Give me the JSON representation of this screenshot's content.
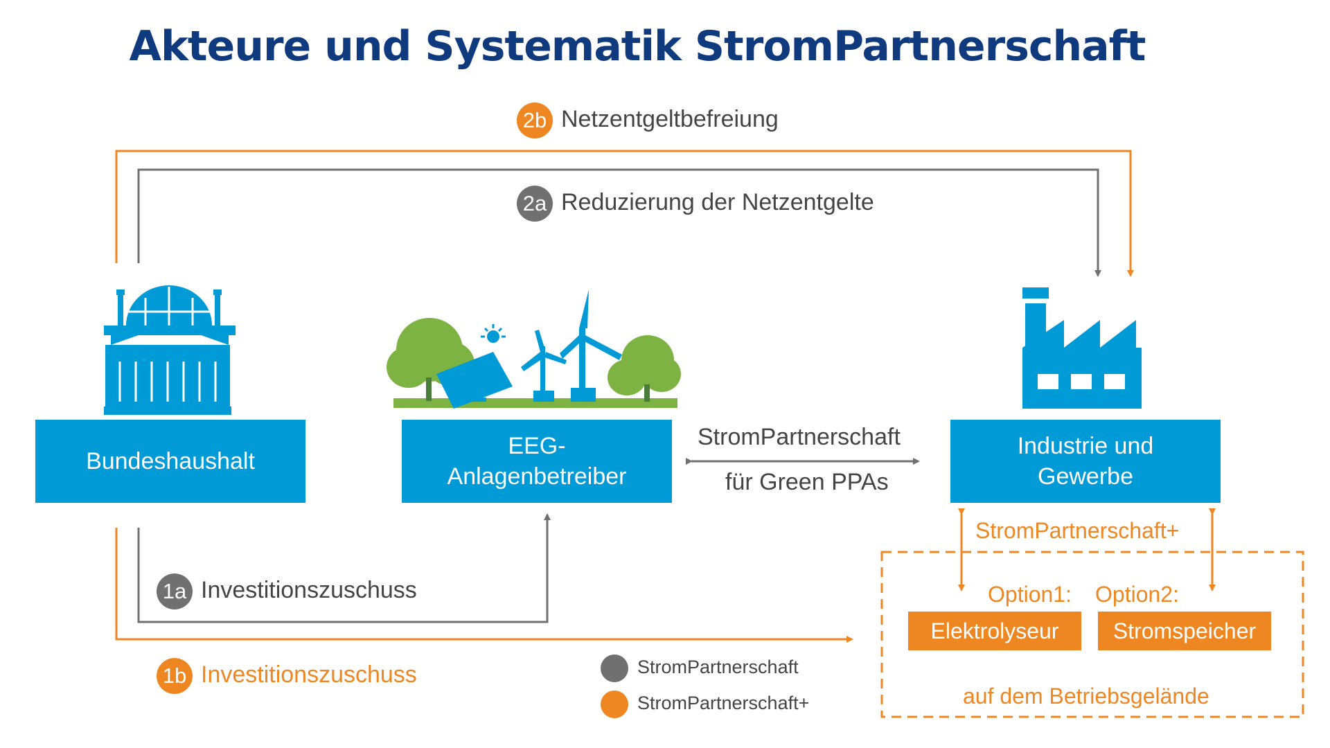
{
  "title": "Akteure und Systematik StromPartnerschaft",
  "colors": {
    "blue": "#009ad7",
    "dark_blue": "#0f3a7d",
    "orange": "#ee8721",
    "grey": "#707070",
    "green": "#7cb342"
  },
  "flows": {
    "f2b": {
      "badge": "2b",
      "label": "Netzentgeltbefreiung"
    },
    "f2a": {
      "badge": "2a",
      "label": "Reduzierung der Netzentgelte"
    },
    "f1a": {
      "badge": "1a",
      "label": "Investitionszuschuss"
    },
    "f1b": {
      "badge": "1b",
      "label": "Investitionszuschuss"
    }
  },
  "actors": {
    "bund": {
      "label": "Bundeshaushalt",
      "icon": "reichstag-building-icon"
    },
    "eeg": {
      "label": "EEG-\nAnlagenbetreiber",
      "icon": "renewable-energy-icon"
    },
    "industrie": {
      "label": "Industrie und\nGewerbe",
      "icon": "factory-icon"
    }
  },
  "partnership": {
    "line1": "StromPartnerschaft",
    "line2": "für Green PPAs"
  },
  "plus_label": "StromPartnerschaft+",
  "options": {
    "opt1": {
      "label": "Option1:",
      "box": "Elektrolyseur"
    },
    "opt2": {
      "label": "Option2:",
      "box": "Stromspeicher"
    },
    "footer": "auf dem Betriebsgelände"
  },
  "legend": [
    {
      "label": "StromPartnerschaft",
      "color": "#707070"
    },
    {
      "label": "StromPartnerschaft+",
      "color": "#ee8721"
    }
  ]
}
